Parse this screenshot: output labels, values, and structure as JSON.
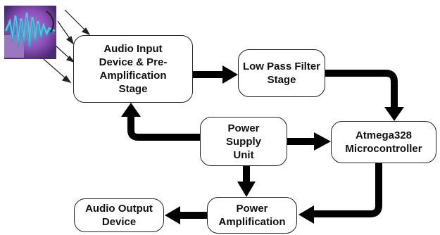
{
  "nodes": {
    "audio_input": "Audio Input\nDevice  & Pre-\nAmplification\nStage",
    "low_pass_filter": "Low Pass Filter\nStage",
    "power_supply": "Power\nSupply\nUnit",
    "microcontroller": "Atmega328\nMicrocontroller",
    "audio_output": "Audio Output\nDevice",
    "power_amplification": "Power\nAmplification"
  },
  "colors": {
    "arrow": "#000000",
    "box_border": "#222222",
    "wave_bg": "#7a3fa8",
    "wave_line": "#3fd7e8"
  },
  "icons": [
    "audio-waveform-icon"
  ]
}
